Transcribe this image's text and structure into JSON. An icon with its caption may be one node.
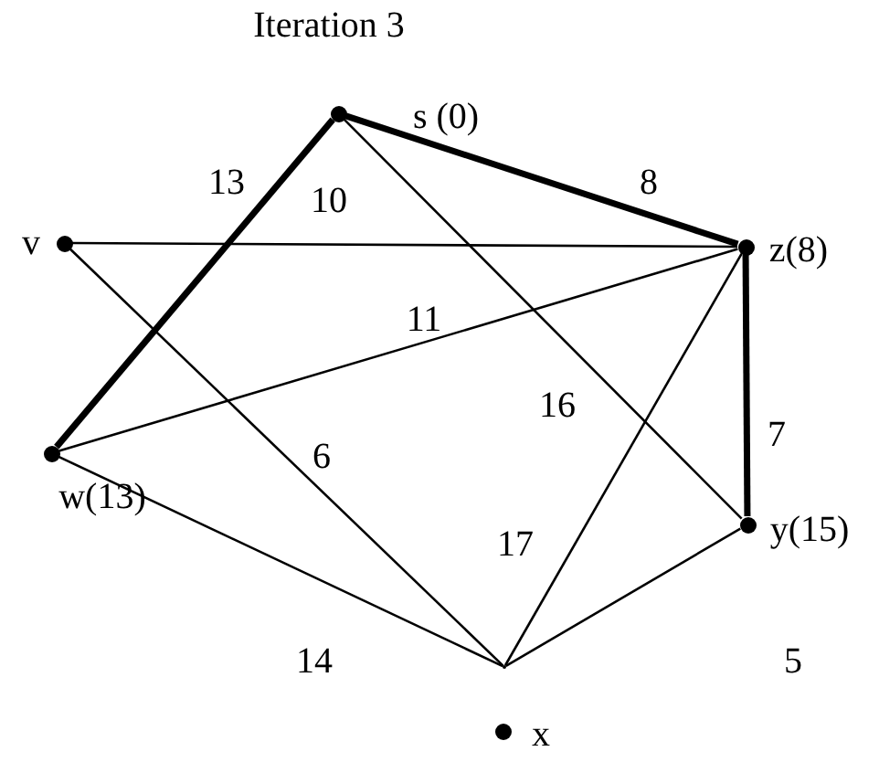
{
  "diagram": {
    "title": "Iteration 3",
    "nodes": [
      {
        "text": [],
        "shape": "circle",
        "beside": [
          "s (0)"
        ]
      },
      {
        "text": [],
        "shape": "circle",
        "beside": [
          "v"
        ]
      },
      {
        "text": [],
        "shape": "circle",
        "beside": [
          "z(8)"
        ]
      },
      {
        "text": [],
        "shape": "circle",
        "beside": [
          "w(13)"
        ]
      },
      {
        "text": [],
        "shape": "circle",
        "beside": [
          "y(15)"
        ]
      },
      {
        "text": [],
        "shape": "point"
      },
      {
        "text": [],
        "shape": "circle",
        "beside": [
          "x"
        ]
      }
    ],
    "edges": [
      {
        "from": 0,
        "to": 3,
        "arrow": "none",
        "label": "13",
        "style": "thick"
      },
      {
        "from": 0,
        "to": 2,
        "arrow": "none",
        "label": "8",
        "style": "thick"
      },
      {
        "from": 1,
        "to": 2,
        "arrow": "none"
      },
      {
        "from": 3,
        "to": 2,
        "arrow": "none",
        "label": "11"
      },
      {
        "from": 0,
        "to": 4,
        "arrow": "none",
        "label": "16"
      },
      {
        "from": 1,
        "to": 5,
        "arrow": "none",
        "label": "6"
      },
      {
        "from": 2,
        "to": 4,
        "arrow": "none",
        "label": "7",
        "style": "thick"
      },
      {
        "from": 2,
        "to": 5,
        "arrow": "none",
        "label": "17"
      },
      {
        "from": 3,
        "to": 5,
        "arrow": "none",
        "label": "14"
      },
      {
        "from": 4,
        "to": 5,
        "arrow": "none",
        "label": "5"
      }
    ],
    "labels": [
      "10"
    ]
  }
}
